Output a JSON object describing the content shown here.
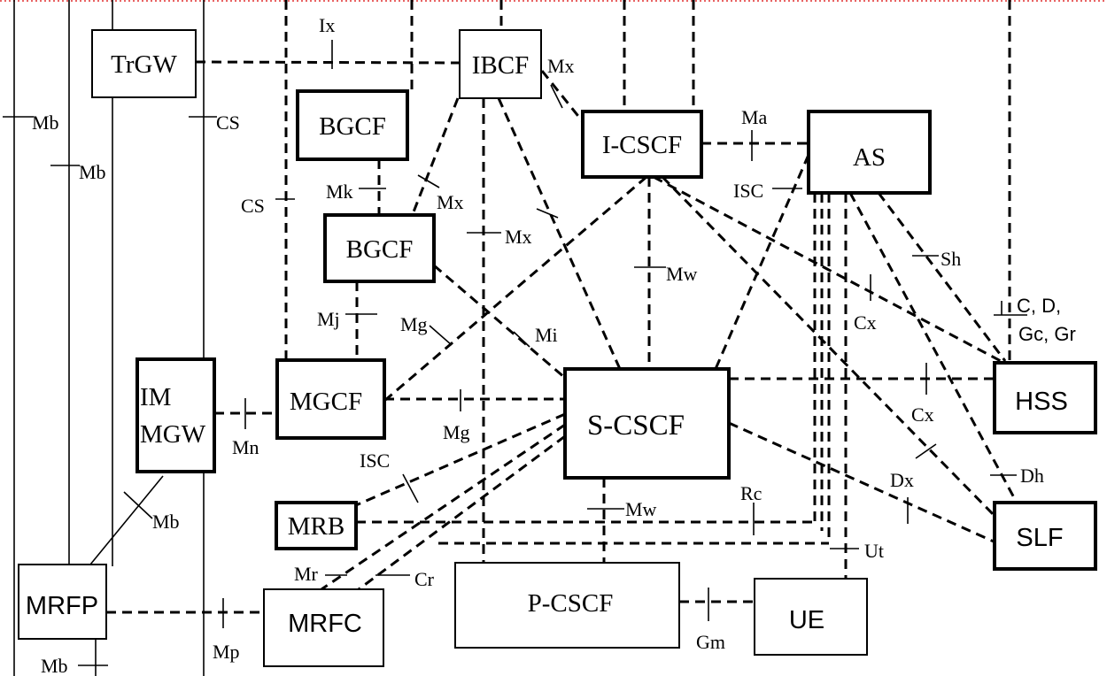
{
  "nodes": {
    "trgw": "TrGW",
    "ibcf": "IBCF",
    "bgcf1": "BGCF",
    "bgcf2": "BGCF",
    "icscf": "I-CSCF",
    "as": "AS",
    "im_line1": "IM",
    "im_line2": "MGW",
    "mgcf": "MGCF",
    "scscf": "S-CSCF",
    "hss": "HSS",
    "mrb": "MRB",
    "slf": "SLF",
    "mrfp": "MRFP",
    "mrfc": "MRFC",
    "pcscf": "P-CSCF",
    "ue": "UE"
  },
  "interfaces": {
    "ix": "Ix",
    "mx_top": "Mx",
    "mb_left": "Mb",
    "cs_top": "CS",
    "mb_mid": "Mb",
    "ma": "Ma",
    "isc_as": "ISC",
    "mk": "Mk",
    "mx_bgcf": "Mx",
    "cs_left": "CS",
    "mx_mid": "Mx",
    "sh": "Sh",
    "mw_top": "Mw",
    "cx_top": "Cx",
    "c_d_line1": "C, D,",
    "c_d_line2": "Gc, Gr",
    "mj": "Mj",
    "mg_diag": "Mg",
    "mi": "Mi",
    "cx_mid": "Cx",
    "mn": "Mn",
    "mg_mid": "Mg",
    "isc_mrb": "ISC",
    "dx": "Dx",
    "dh": "Dh",
    "rc": "Rc",
    "mw_bottom": "Mw",
    "mb_mrfp": "Mb",
    "ut": "Ut",
    "mr": "Mr",
    "cr": "Cr",
    "mp": "Mp",
    "gm": "Gm",
    "mb_bottom": "Mb"
  }
}
